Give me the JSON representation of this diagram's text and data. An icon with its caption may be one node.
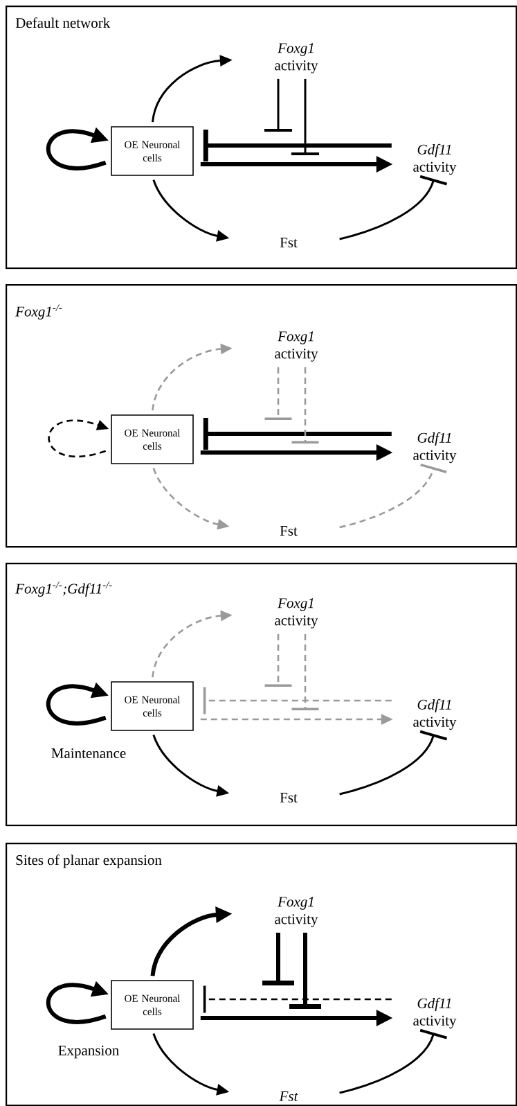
{
  "diagram": {
    "nodes": [
      {
        "text": [
          "Default network"
        ]
      },
      {
        "text": [
          "OE Neuronal cells"
        ],
        "in": 0
      },
      {
        "text": [
          "*Foxg1* activity"
        ],
        "in": 0
      },
      {
        "text": [
          "*Gdf11* activity"
        ],
        "in": 0
      },
      {
        "text": [
          "Fst"
        ],
        "in": 0
      },
      {
        "text": [
          "Foxg1$^{-/-}$"
        ]
      },
      {
        "text": [
          "OE Neuronal cells"
        ],
        "in": 5
      },
      {
        "text": [
          "*Foxg1* activity"
        ],
        "in": 5
      },
      {
        "text": [
          "*Gdf11* activity"
        ],
        "in": 5
      },
      {
        "text": [
          "Fst"
        ],
        "in": 5
      },
      {
        "text": [
          "Foxg1$^{-/-}$;Gdf11$^{-/-}$"
        ]
      },
      {
        "text": [
          "OE Neuronal cells"
        ],
        "in": 10,
        "beside": [
          "Maintenance"
        ]
      },
      {
        "text": [
          "*Foxg1* activity"
        ],
        "in": 10
      },
      {
        "text": [
          "*Gdf11* activity"
        ],
        "in": 10
      },
      {
        "text": [
          "Fst"
        ],
        "in": 10
      },
      {
        "text": [
          "Sites of planar expansion"
        ]
      },
      {
        "text": [
          "OE Neuronal cells"
        ],
        "in": 15,
        "beside": [
          "Expansion"
        ]
      },
      {
        "text": [
          "*Foxg1* activity"
        ],
        "in": 15
      },
      {
        "text": [
          "*Gdf11* activity"
        ],
        "in": 15
      },
      {
        "text": [
          "Fst"
        ],
        "in": 15
      }
    ],
    "edges": [
      {
        "from": 1,
        "to": 1,
        "arrow": "to",
        "style": "thick"
      },
      {
        "from": 1,
        "to": 2,
        "arrow": "to"
      },
      {
        "from": 3,
        "to": 1,
        "arrow": "other",
        "style": "thick"
      },
      {
        "from": 1,
        "to": 3,
        "arrow": "to",
        "style": "thick"
      },
      {
        "from": 1,
        "to": 4,
        "arrow": "to"
      },
      {
        "from": 4,
        "to": 3,
        "arrow": "other"
      },
      {
        "from": 2,
        "to": null,
        "arrow": "other"
      },
      {
        "from": 2,
        "to": null,
        "arrow": "other"
      },
      {
        "from": 6,
        "to": 6,
        "arrow": "to",
        "style": "dashed"
      },
      {
        "from": 6,
        "to": 7,
        "arrow": "to",
        "style": "dashed",
        "color": "#9a9a9a"
      },
      {
        "from": 8,
        "to": 6,
        "arrow": "other",
        "style": "thick"
      },
      {
        "from": 6,
        "to": 8,
        "arrow": "to",
        "style": "thick"
      },
      {
        "from": 6,
        "to": 9,
        "arrow": "to",
        "style": "dashed",
        "color": "#9a9a9a"
      },
      {
        "from": 9,
        "to": 8,
        "arrow": "other",
        "style": "dashed",
        "color": "#9a9a9a"
      },
      {
        "from": 7,
        "to": null,
        "arrow": "other",
        "style": "dashed",
        "color": "#9a9a9a"
      },
      {
        "from": 7,
        "to": null,
        "arrow": "other",
        "style": "dashed",
        "color": "#9a9a9a"
      },
      {
        "from": 11,
        "to": 11,
        "arrow": "to",
        "style": "thick"
      },
      {
        "from": 11,
        "to": 12,
        "arrow": "to",
        "style": "dashed",
        "color": "#9a9a9a"
      },
      {
        "from": 13,
        "to": 11,
        "arrow": "other",
        "style": "dashed",
        "color": "#9a9a9a"
      },
      {
        "from": 11,
        "to": 13,
        "arrow": "to",
        "style": "dashed",
        "color": "#9a9a9a"
      },
      {
        "from": 11,
        "to": 14,
        "arrow": "to"
      },
      {
        "from": 14,
        "to": 13,
        "arrow": "other"
      },
      {
        "from": 12,
        "to": null,
        "arrow": "other",
        "style": "dashed",
        "color": "#9a9a9a"
      },
      {
        "from": 12,
        "to": null,
        "arrow": "other",
        "style": "dashed",
        "color": "#9a9a9a"
      },
      {
        "from": 16,
        "to": 16,
        "arrow": "to",
        "style": "thick"
      },
      {
        "from": 16,
        "to": 17,
        "arrow": "to",
        "style": "thick"
      },
      {
        "from": 18,
        "to": 16,
        "arrow": "other",
        "style": "dashed"
      },
      {
        "from": 16,
        "to": 18,
        "arrow": "to",
        "style": "thick"
      },
      {
        "from": 16,
        "to": 19,
        "arrow": "to"
      },
      {
        "from": 19,
        "to": 18,
        "arrow": "other"
      },
      {
        "from": 17,
        "to": null,
        "arrow": "other",
        "style": "thick"
      },
      {
        "from": 17,
        "to": null,
        "arrow": "other",
        "style": "thick"
      }
    ]
  }
}
